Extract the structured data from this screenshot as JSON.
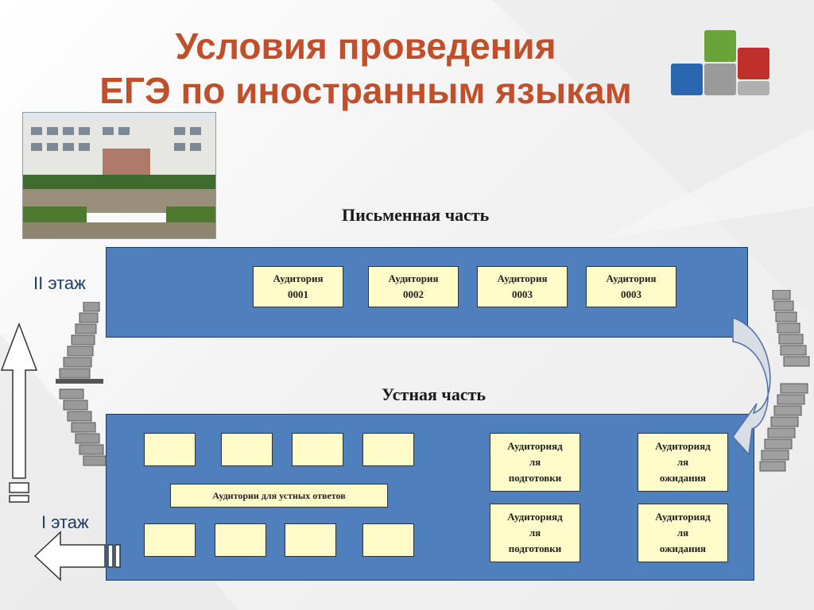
{
  "title": {
    "line1": "Условия проведения",
    "line2": "ЕГЭ по иностранным языкам"
  },
  "written": {
    "label": "Письменная часть",
    "floor_label": "II этаж",
    "rooms": [
      {
        "line1": "Аудитория",
        "line2": "0001"
      },
      {
        "line1": "Аудитория",
        "line2": "0002"
      },
      {
        "line1": "Аудитория",
        "line2": "0003"
      },
      {
        "line1": "Аудитория",
        "line2": "0003"
      }
    ]
  },
  "oral": {
    "label": "Устная часть",
    "floor_label": "I этаж",
    "answers_label": "Аудитории для устных ответов",
    "prep_rooms": [
      {
        "line1": "Аудиторияд",
        "line2": "ля",
        "line3": "подготовки"
      },
      {
        "line1": "Аудиторияд",
        "line2": "ля",
        "line3": "подготовки"
      }
    ],
    "wait_rooms": [
      {
        "line1": "Аудиторияд",
        "line2": "ля",
        "line3": "ожидания"
      },
      {
        "line1": "Аудиторияд",
        "line2": "ля",
        "line3": "ожидания"
      }
    ]
  },
  "colors": {
    "title": "#c0502b",
    "panel": "#4f7fbd",
    "box": "#fffcc9",
    "logo_green": "#6aa33a",
    "logo_red": "#c0302b",
    "logo_blue": "#2b66b0",
    "logo_gray": "#9a9a9a"
  },
  "icons": [
    "building-photo",
    "staircase-icon",
    "up-arrow-icon",
    "left-arrow-icon",
    "curved-arrow-icon",
    "logo-squares"
  ]
}
